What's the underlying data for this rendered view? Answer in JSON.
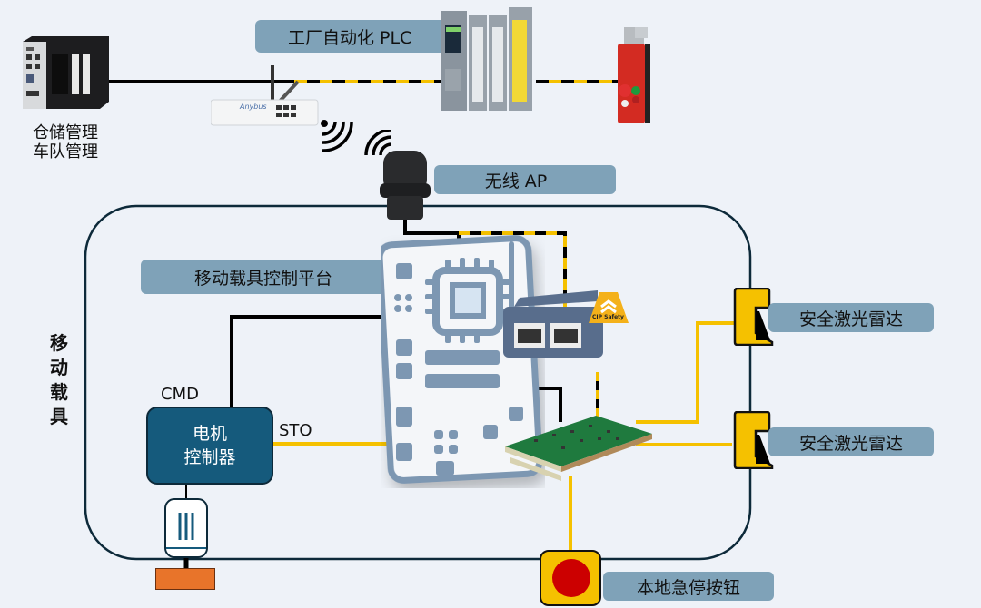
{
  "labels": {
    "plc": "工厂自动化 PLC",
    "wireless_ap": "无线 AP",
    "platform": "移动载具控制平台",
    "vehicle": [
      "移",
      "动",
      "载",
      "具"
    ],
    "warehouse_line1": "仓储管理",
    "warehouse_line2": "车队管理",
    "cmd": "CMD",
    "sto": "STO",
    "motor_ctrl_line1": "电机",
    "motor_ctrl_line2": "控制器",
    "lidar_1": "安全激光雷达",
    "lidar_2": "安全激光雷达",
    "estop": "本地急停按钮",
    "cip_safety": "CIP Safety",
    "router_brand": "Anybus"
  },
  "colors": {
    "pill": "#7fa2b8",
    "background": "#eef2f8",
    "safety_yellow": "#f5c100",
    "motor_ctrl": "#155a7c",
    "estop_red": "#cc0000",
    "brake_orange": "#e8742a",
    "board_outline": "#7d97b2"
  }
}
